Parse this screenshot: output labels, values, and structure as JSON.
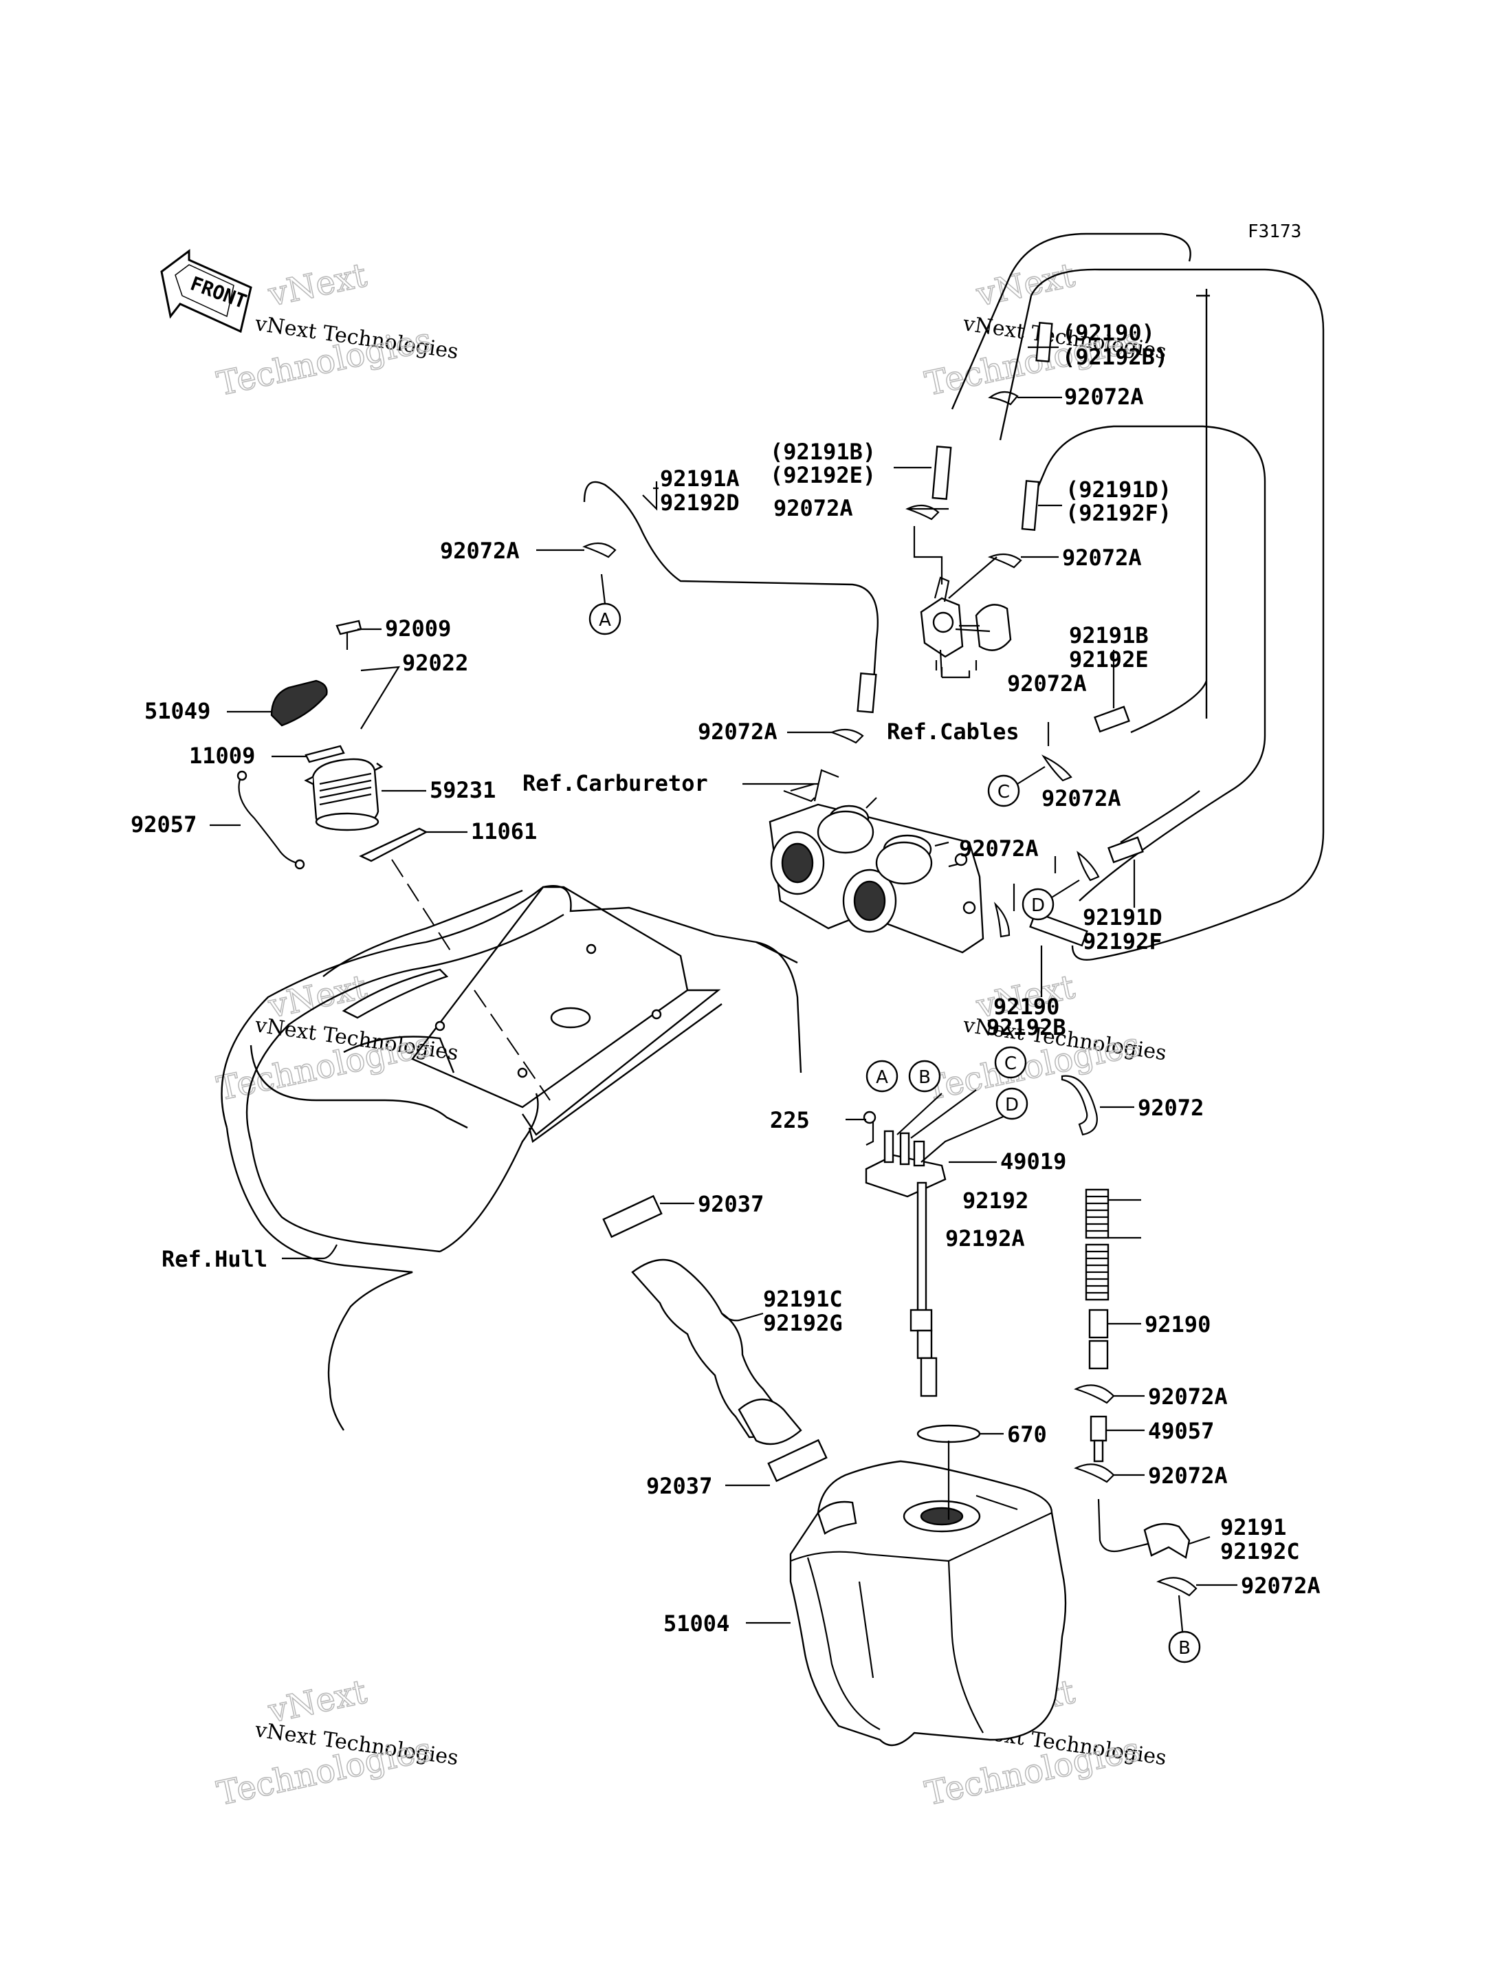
{
  "diagram": {
    "code": "F3173",
    "front_label": "FRONT",
    "watermark_line1": "vNext Technologies",
    "watermark_line2": "Technologies",
    "watermark_top": "vNext",
    "ref_labels": {
      "cables": "Ref.Cables",
      "carburetor": "Ref.Carburetor",
      "hull": "Ref.Hull"
    },
    "connectors": [
      "A",
      "B",
      "C",
      "D"
    ],
    "parts": {
      "p92190_92192b_top": [
        "(92190)",
        "(92192B)"
      ],
      "p92072a_1": "92072A",
      "p92191b_92192e_paren": [
        "(92191B)",
        "(92192E)"
      ],
      "p92191a_92192d": [
        "92191A",
        "92192D"
      ],
      "p92072a_2": "92072A",
      "p92191d_92192f_paren": [
        "(92191D)",
        "(92192F)"
      ],
      "p92072a_3": "92072A",
      "p92072a_4": "92072A",
      "p92009": "92009",
      "p92022": "92022",
      "p51049": "51049",
      "p92191b_92192e": [
        "92191B",
        "92192E"
      ],
      "p92072a_5": "92072A",
      "p92072a_6": "92072A",
      "p11009": "11009",
      "p59231": "59231",
      "p92072a_7": "92072A",
      "p92057": "92057",
      "p11061": "11061",
      "p92072a_8": "92072A",
      "p92191d_92192f": [
        "92191D",
        "92192F"
      ],
      "p92190_92192b": [
        "92190",
        "92192B"
      ],
      "p92072": "92072",
      "p225": "225",
      "p49019": "49019",
      "p92192": "92192",
      "p92037_1": "92037",
      "p92192a": "92192A",
      "p92191c_92192g": [
        "92191C",
        "92192G"
      ],
      "p92190": "92190",
      "p92072a_9": "92072A",
      "p670": "670",
      "p49057": "49057",
      "p92072a_10": "92072A",
      "p92037_2": "92037",
      "p92191_92192c": [
        "92191",
        "92192C"
      ],
      "p51004": "51004",
      "p92072a_11": "92072A"
    }
  }
}
